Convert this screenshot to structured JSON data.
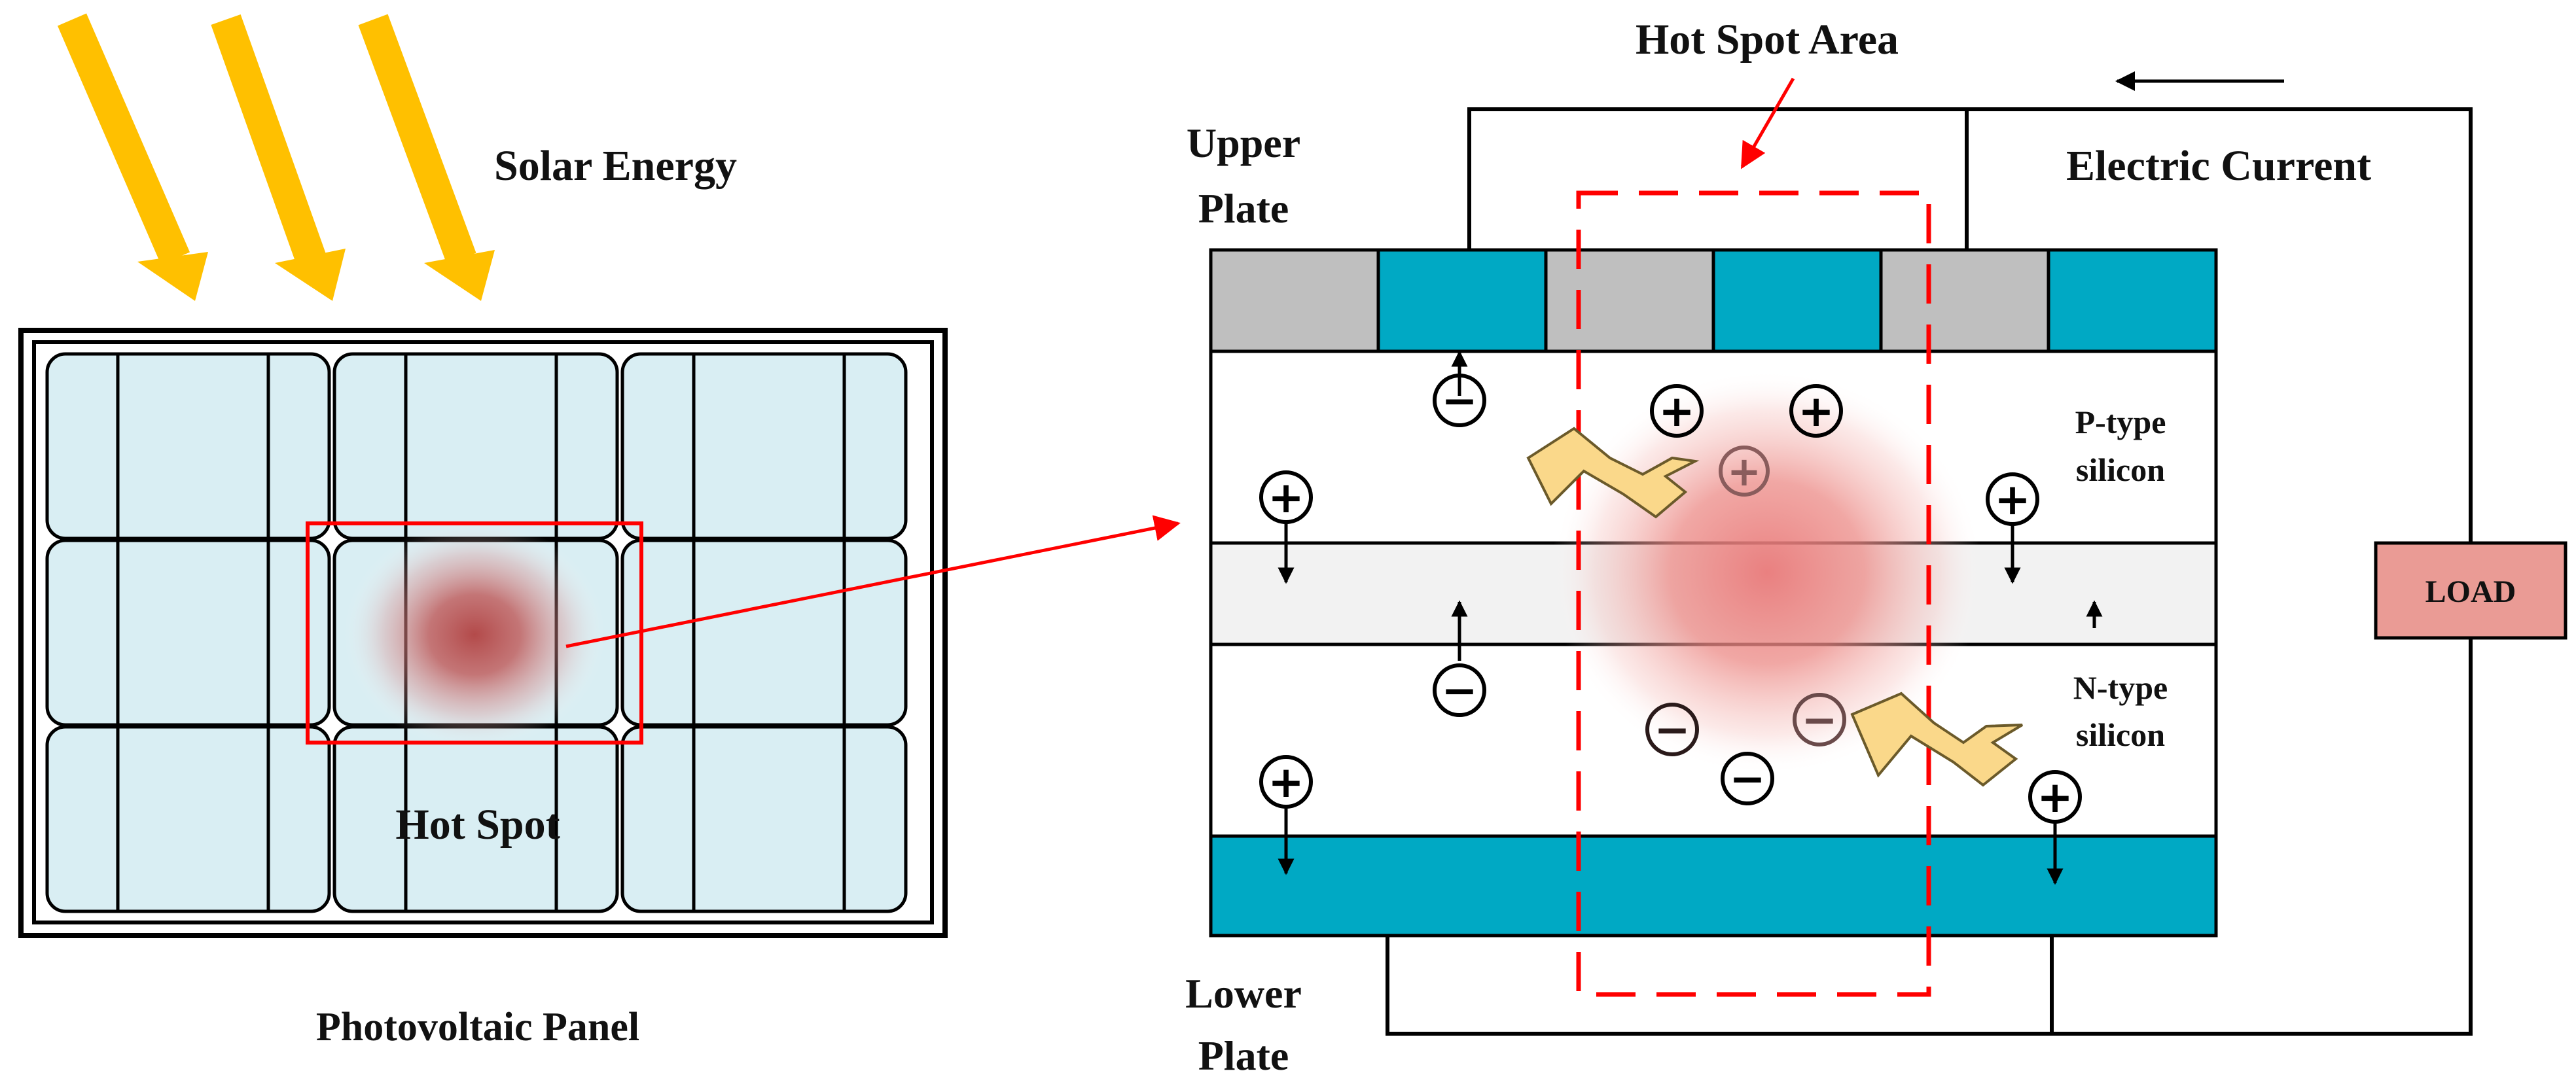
{
  "labels": {
    "solar_energy": "Solar Energy",
    "hot_spot": "Hot Spot",
    "photovoltaic_panel": "Photovoltaic Panel",
    "hot_spot_area": "Hot Spot Area",
    "electric_current": "Electric Current",
    "upper_plate_line1": "Upper",
    "upper_plate_line2": "Plate",
    "lower_plate_line1": "Lower",
    "lower_plate_line2": "Plate",
    "p_type_line1": "P-type",
    "p_type_line2": "silicon",
    "n_type_line1": "N-type",
    "n_type_line2": "silicon",
    "load": "LOAD",
    "plus": "+",
    "minus": "−"
  },
  "colors": {
    "sun_ray": "#FFC000",
    "panel_cell": "#D9EEF3",
    "teal": "#00A9C4",
    "gray_electrode": "#BFBFBF",
    "junction": "#F2F2F2",
    "hot_spot": "#B74E4E",
    "hot_area": "#E97C7C",
    "highlight_red": "#FF0000",
    "load_fill": "#EA9B95",
    "lightning": "#FAD88A"
  },
  "icons": [
    "sun-ray-icon",
    "lightning-icon",
    "positive-charge-icon",
    "negative-charge-icon"
  ]
}
